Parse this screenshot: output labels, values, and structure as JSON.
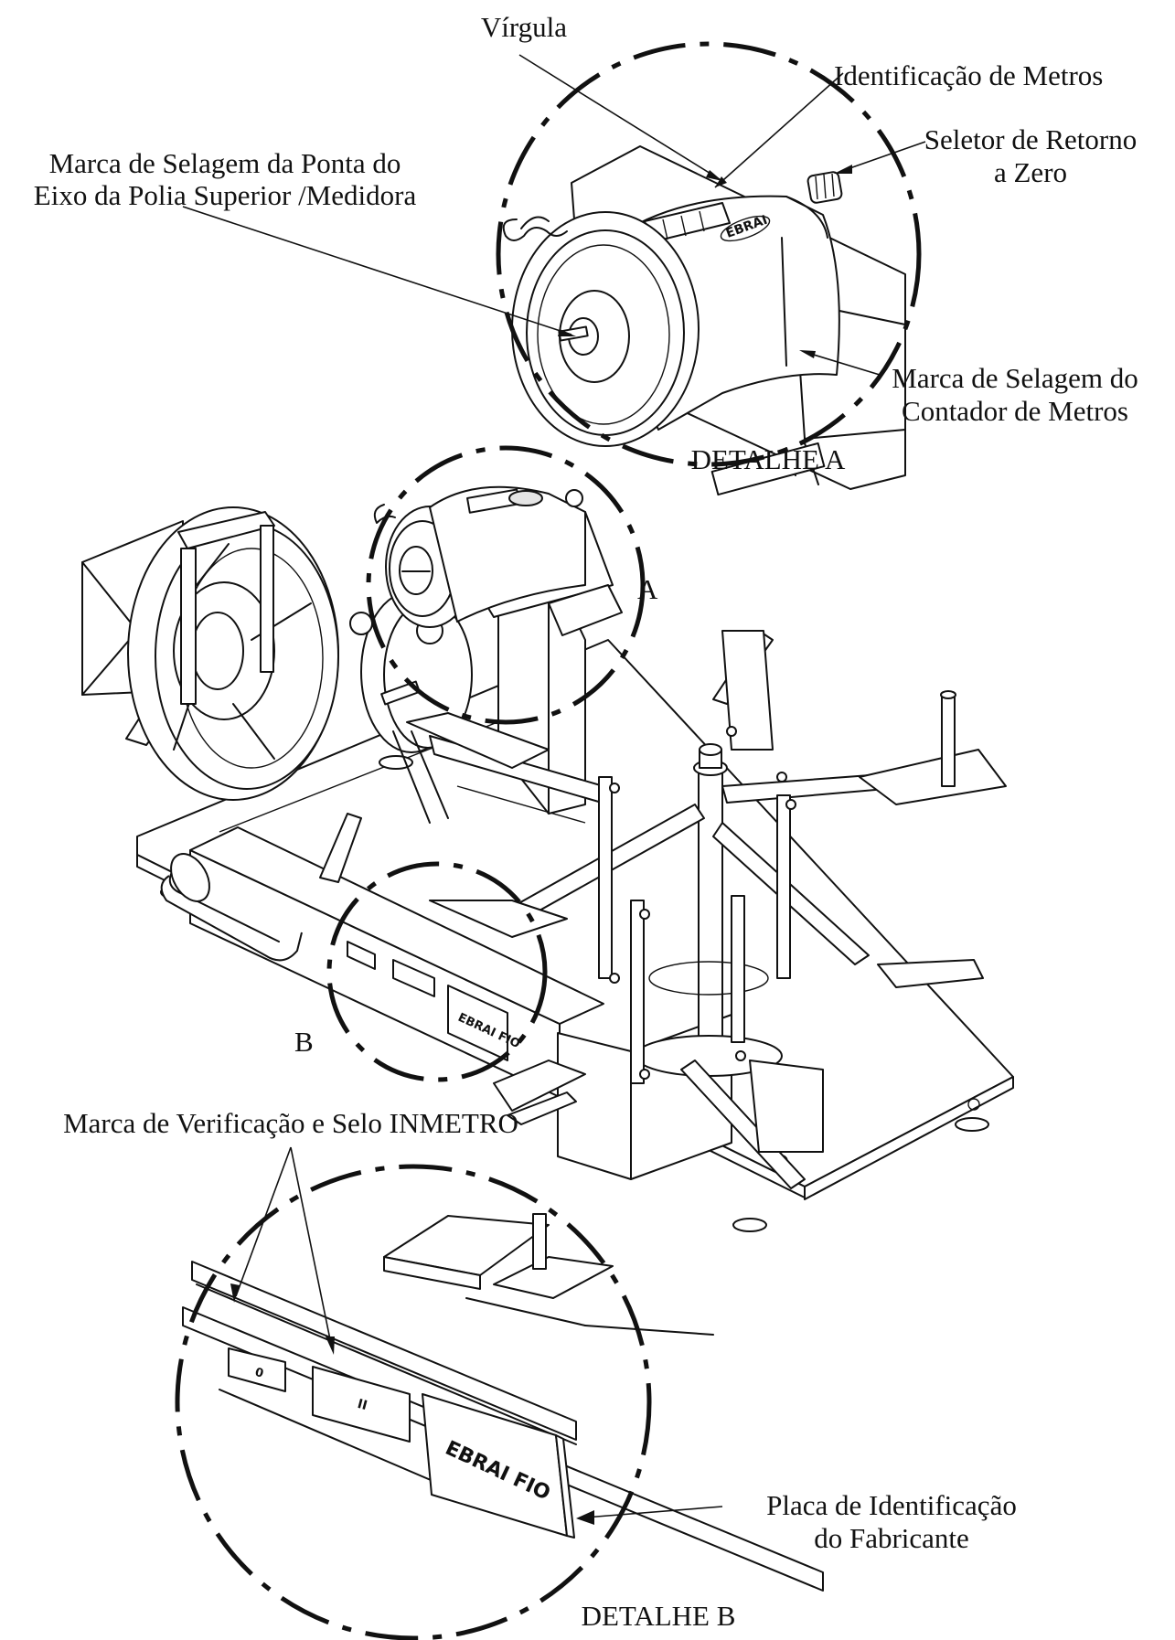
{
  "labels": {
    "virgula": "Vírgula",
    "identificacao_metros": "Identificação de Metros",
    "seletor_line1": "Seletor de Retorno",
    "seletor_line2": "a Zero",
    "eixo_line1": "Marca de Selagem da Ponta do",
    "eixo_line2": "Eixo da Polia Superior /Medidora",
    "contador_line1": "Marca de Selagem do",
    "contador_line2": "Contador de Metros",
    "detalhe_a": "DETALHE A",
    "a": "A",
    "b": "B",
    "verificacao": "Marca de Verificação e Selo  INMETRO",
    "placa_line1": "Placa de Identificação",
    "placa_line2": "do Fabricante",
    "detalhe_b": "DETALHE B"
  }
}
